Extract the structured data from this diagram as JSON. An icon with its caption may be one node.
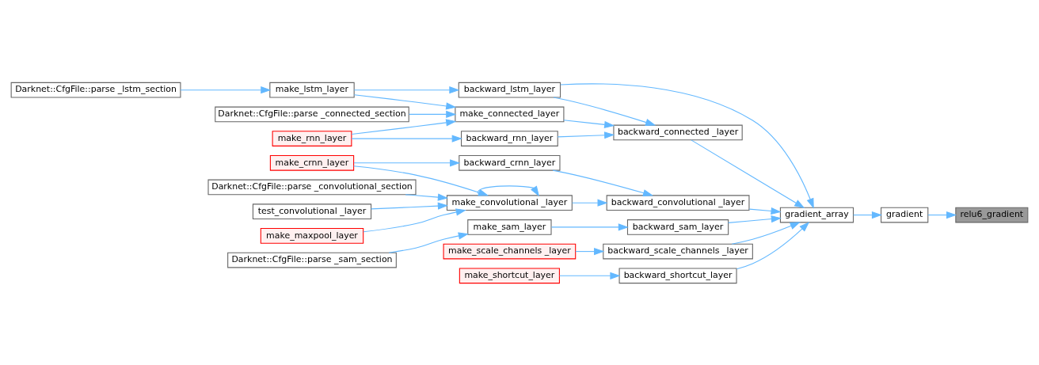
{
  "diagram": {
    "nodes": [
      {
        "text": [
          "relu6_gradient"
        ]
      },
      {
        "text": [
          "gradient"
        ]
      },
      {
        "text": [
          "gradient_array"
        ]
      },
      {
        "text": [
          "backward_lstm_layer"
        ]
      },
      {
        "text": [
          "backward_connected _layer"
        ]
      },
      {
        "text": [
          "backward_convolutional _layer"
        ]
      },
      {
        "text": [
          "backward_sam_layer"
        ]
      },
      {
        "text": [
          "backward_scale_channels _layer"
        ]
      },
      {
        "text": [
          "backward_shortcut_layer"
        ]
      },
      {
        "text": [
          "make_lstm_layer"
        ]
      },
      {
        "text": [
          "make_connected_layer"
        ]
      },
      {
        "text": [
          "backward_rnn_layer"
        ]
      },
      {
        "text": [
          "backward_crnn_layer"
        ]
      },
      {
        "text": [
          "make_convolutional _layer"
        ]
      },
      {
        "text": [
          "make_sam_layer"
        ]
      },
      {
        "text": [
          "make_scale_channels _layer"
        ]
      },
      {
        "text": [
          "make_shortcut_layer"
        ]
      },
      {
        "text": [
          "Darknet::CfgFile::parse _lstm_section"
        ]
      },
      {
        "text": [
          "Darknet::CfgFile::parse _connected_section"
        ]
      },
      {
        "text": [
          "make_rnn_layer"
        ]
      },
      {
        "text": [
          "make_crnn_layer"
        ]
      },
      {
        "text": [
          "Darknet::CfgFile::parse _convolutional_section"
        ]
      },
      {
        "text": [
          "test_convolutional _layer"
        ]
      },
      {
        "text": [
          "make_maxpool_layer"
        ]
      },
      {
        "text": [
          "Darknet::CfgFile::parse _sam_section"
        ]
      }
    ],
    "edges": [
      {
        "from": 17,
        "to": 9,
        "arrow": "to"
      },
      {
        "from": 9,
        "to": 3,
        "arrow": "to"
      },
      {
        "from": 9,
        "to": 10,
        "arrow": "to"
      },
      {
        "from": 18,
        "to": 10,
        "arrow": "to"
      },
      {
        "from": 19,
        "to": 10,
        "arrow": "to"
      },
      {
        "from": 19,
        "to": 11,
        "arrow": "to"
      },
      {
        "from": 20,
        "to": 12,
        "arrow": "to"
      },
      {
        "from": 20,
        "to": 13,
        "arrow": "to"
      },
      {
        "from": 13,
        "to": 13,
        "arrow": "to"
      },
      {
        "from": 21,
        "to": 13,
        "arrow": "to"
      },
      {
        "from": 22,
        "to": 13,
        "arrow": "to"
      },
      {
        "from": 23,
        "to": 13,
        "arrow": "to"
      },
      {
        "from": 24,
        "to": 14,
        "arrow": "to"
      },
      {
        "from": 3,
        "to": 4,
        "arrow": "to"
      },
      {
        "from": 10,
        "to": 4,
        "arrow": "to"
      },
      {
        "from": 11,
        "to": 4,
        "arrow": "to"
      },
      {
        "from": 12,
        "to": 5,
        "arrow": "to"
      },
      {
        "from": 13,
        "to": 5,
        "arrow": "to"
      },
      {
        "from": 14,
        "to": 6,
        "arrow": "to"
      },
      {
        "from": 15,
        "to": 7,
        "arrow": "to"
      },
      {
        "from": 16,
        "to": 8,
        "arrow": "to"
      },
      {
        "from": 3,
        "to": 2,
        "arrow": "to"
      },
      {
        "from": 4,
        "to": 2,
        "arrow": "to"
      },
      {
        "from": 5,
        "to": 2,
        "arrow": "to"
      },
      {
        "from": 6,
        "to": 2,
        "arrow": "to"
      },
      {
        "from": 7,
        "to": 2,
        "arrow": "to"
      },
      {
        "from": 8,
        "to": 2,
        "arrow": "to"
      },
      {
        "from": 2,
        "to": 1,
        "arrow": "to"
      },
      {
        "from": 1,
        "to": 0,
        "arrow": "to"
      }
    ]
  }
}
